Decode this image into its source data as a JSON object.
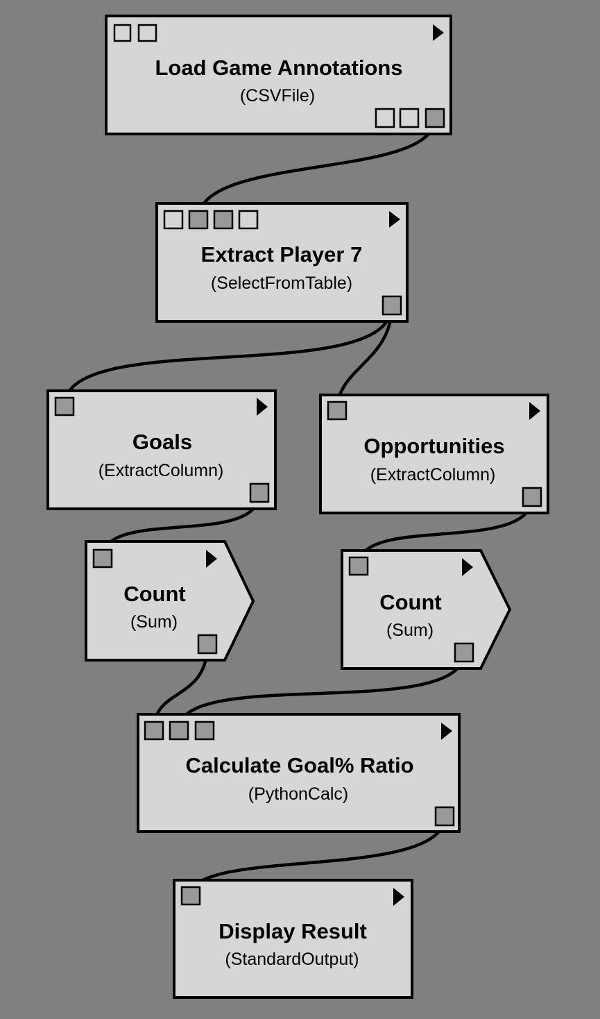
{
  "modules": [
    {
      "id": "load",
      "title": "Load Game Annotations",
      "type": "(CSVFile)"
    },
    {
      "id": "extract",
      "title": "Extract Player 7",
      "type": "(SelectFromTable)"
    },
    {
      "id": "goals",
      "title": "Goals",
      "type": "(ExtractColumn)"
    },
    {
      "id": "opps",
      "title": "Opportunities",
      "type": "(ExtractColumn)"
    },
    {
      "id": "count1",
      "title": "Count",
      "type": "(Sum)"
    },
    {
      "id": "count2",
      "title": "Count",
      "type": "(Sum)"
    },
    {
      "id": "calc",
      "title": "Calculate Goal% Ratio",
      "type": "(PythonCalc)"
    },
    {
      "id": "display",
      "title": "Display Result",
      "type": "(StandardOutput)"
    }
  ],
  "colors": {
    "background": "#808080",
    "module_fill": "#d6d6d6",
    "port_connected": "#999999",
    "outline": "#000000"
  }
}
